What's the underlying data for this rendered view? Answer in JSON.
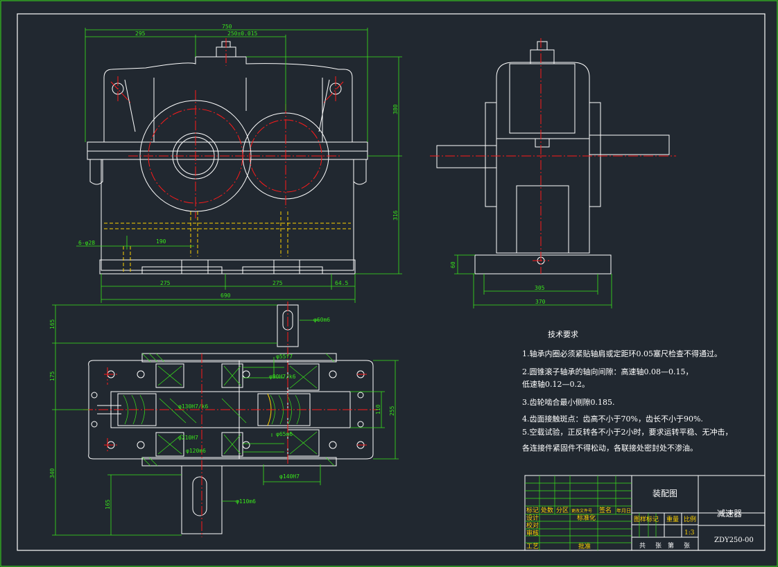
{
  "colors": {
    "background": "#212830",
    "outline": "#ffffff",
    "dimension": "#39e61b",
    "centerline": "#ff1a1a",
    "hidden": "#ffd200",
    "frame_green": "#39e61b"
  },
  "front_view": {
    "dims": {
      "overall_width": "750",
      "left_offset": "295",
      "center_distance": "250±0.015",
      "height_upper": "380",
      "height_lower": "316",
      "bolt_spec": "6-φ28",
      "bolt_offset": "190",
      "base_left": "275",
      "base_mid": "275",
      "base_right": "64.5",
      "base_overall": "690"
    }
  },
  "side_view": {
    "dims": {
      "foot_height": "60",
      "inner_width": "305",
      "outer_width": "370"
    }
  },
  "top_view": {
    "dims": {
      "upper_shaft_len": "165",
      "body_depth": "175",
      "lower_body": "340",
      "lower_shaft_len": "165",
      "shaft_dia_top": "φ60m6",
      "fit_1": "φ55f7",
      "fit_2": "φ90H7/k6",
      "fit_3": "φ130H7/k6",
      "fit_4": "φ210H7",
      "fit_5": "φ120m6",
      "fit_6": "φ65m6",
      "fit_7": "φ140H7",
      "shaft_dia_bottom": "φ110m6",
      "inner_width": "110",
      "overall_width": "255"
    }
  },
  "tech_requirements": {
    "title": "技术要求",
    "lines": [
      "1.轴承内圈必须紧贴轴肩或定距环0.05塞尺检查不得通过。",
      "2.圆锥滚子轴承的轴向间隙：高速轴0.08—0.15，",
      "   低速轴0.12—0.2。",
      "3.齿轮啮合最小侧隙0.185.",
      "4.齿面接触斑点：齿高不小于70%，齿长不小于90%.",
      "5.空载试验，正反转各不小于2小时，要求运转平稳、无冲击，",
      "   各连接件紧固件不得松动，各联接处密封处不渗油。"
    ]
  },
  "title_block": {
    "drawing_type": "装配图",
    "part_name": "减速器",
    "drawing_no": "ZDY250-00",
    "scale": "1:3",
    "headers": [
      "标记",
      "处数",
      "分区",
      "更改文件号",
      "签名",
      "年月日"
    ],
    "rows": [
      "设计",
      "校对",
      "审核",
      "工艺"
    ],
    "std": "标准化",
    "approve": "批准",
    "stage_mark": "图样标记",
    "weight": "重量",
    "ratio": "比例",
    "sheets": [
      "共",
      "张",
      "第",
      "张"
    ]
  }
}
